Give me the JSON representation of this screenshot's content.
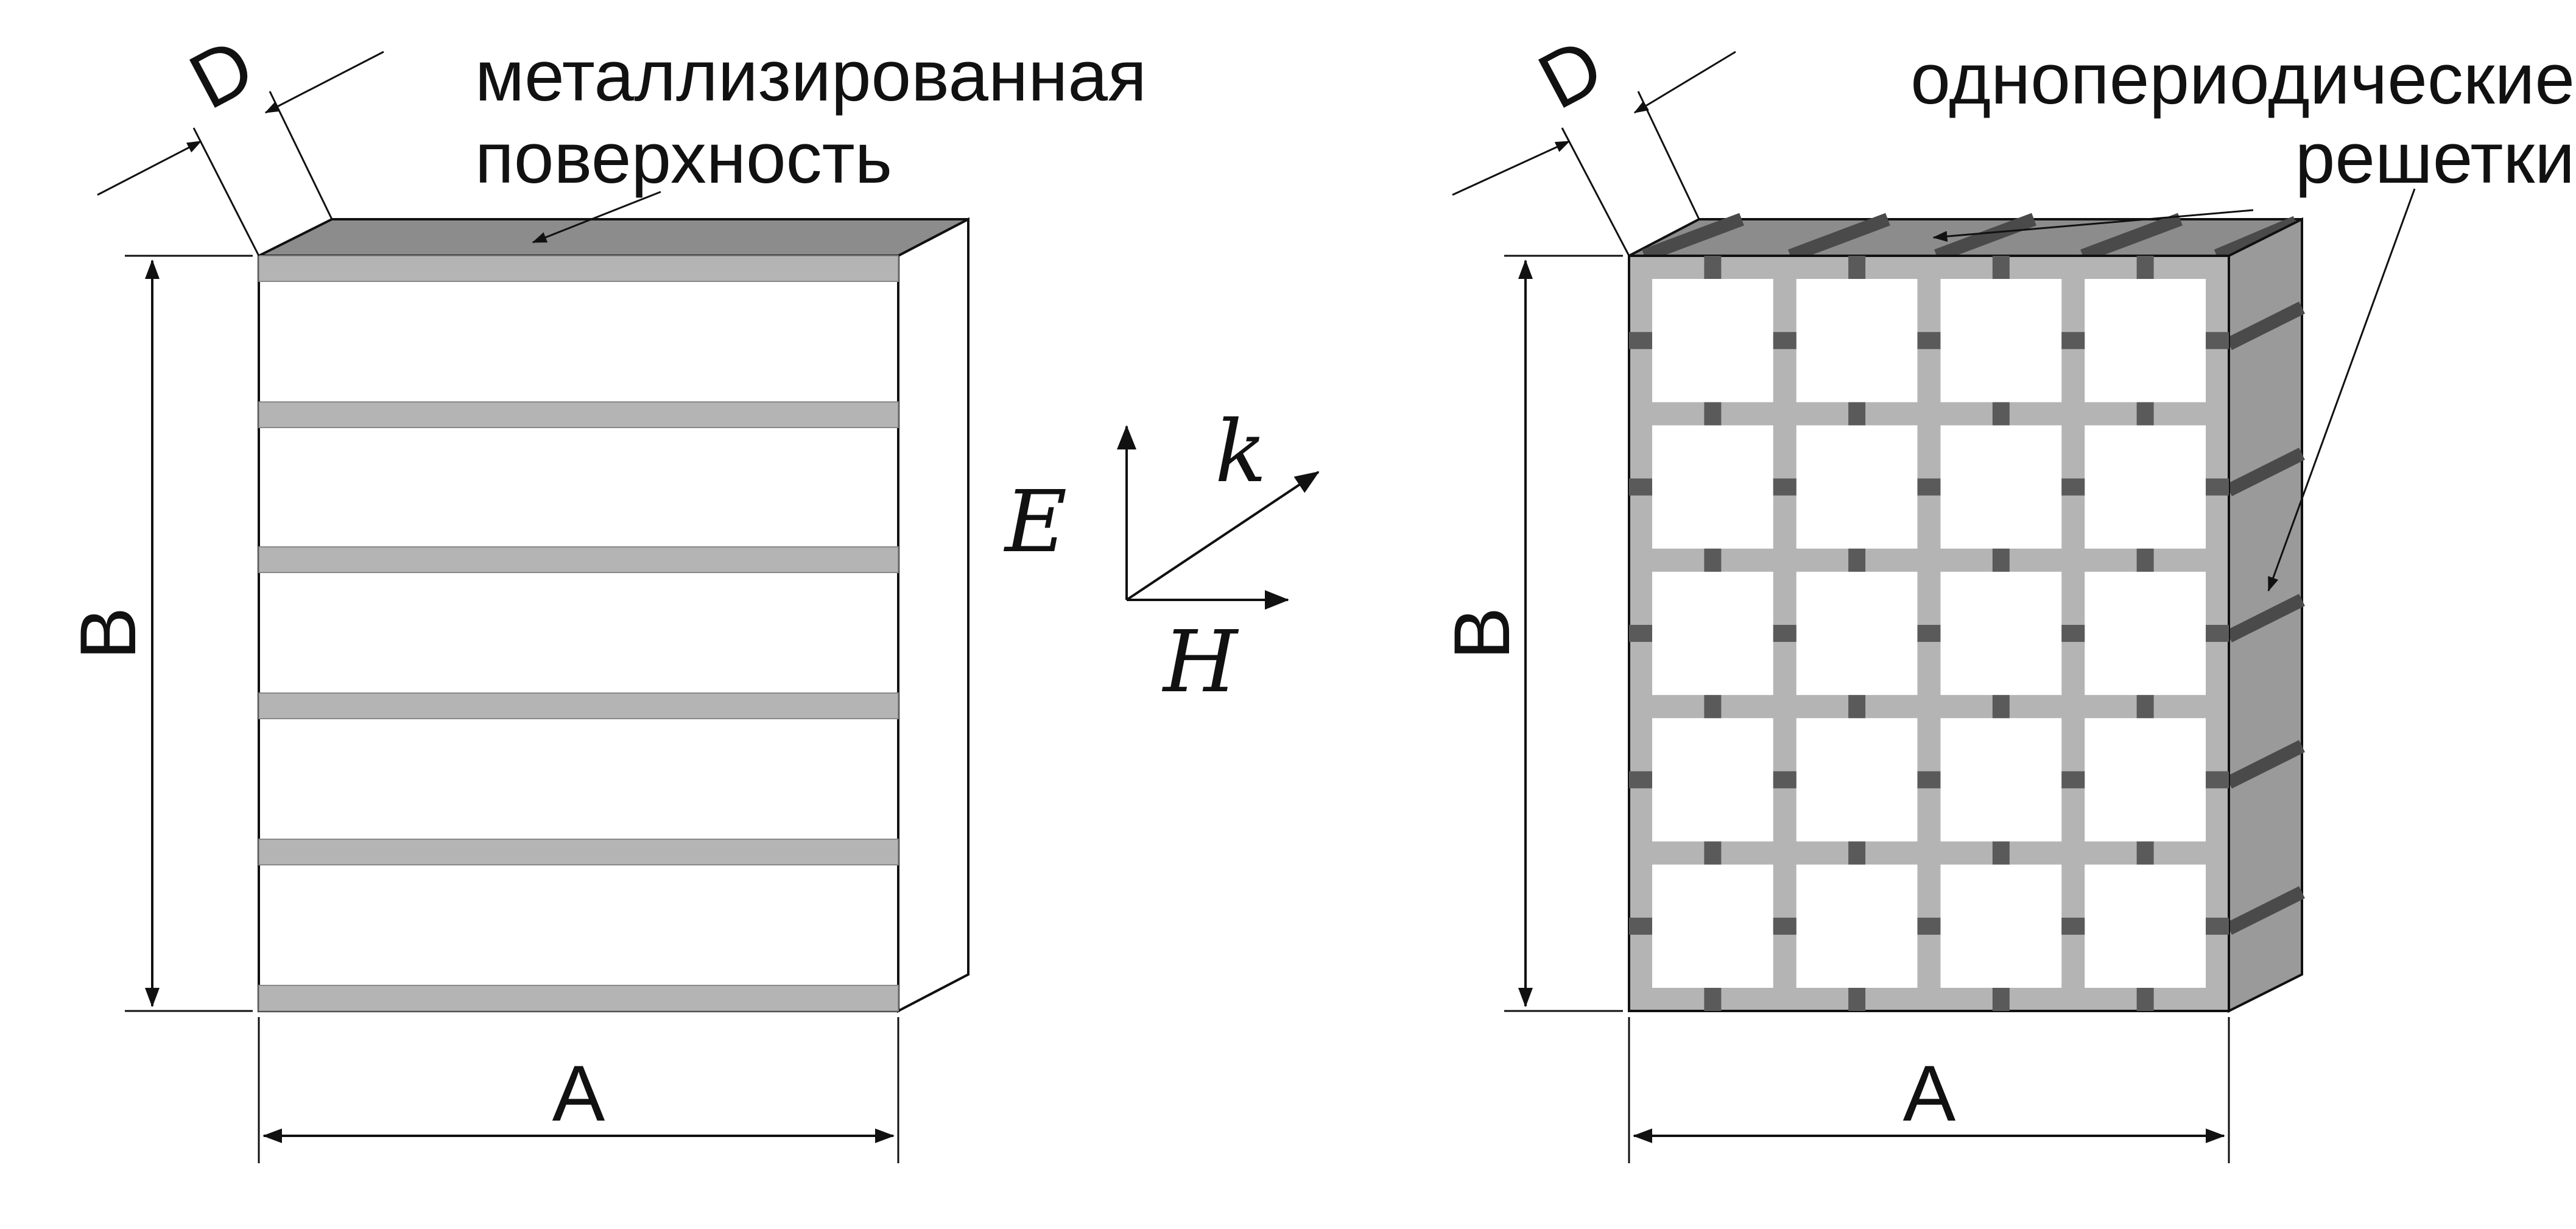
{
  "left_panel": {
    "label_metallized_line1": "металлизированная",
    "label_metallized_line2": "поверхность",
    "dim_width": "A",
    "dim_height": "B",
    "dim_depth": "D"
  },
  "right_panel": {
    "label_gratings_line1": "однопериодические",
    "label_gratings_line2": "решетки",
    "dim_width": "A",
    "dim_height": "B",
    "dim_depth": "D"
  },
  "field_axes": {
    "e_label": "E",
    "h_label": "H",
    "k_label": "k"
  },
  "colors": {
    "line": "#111111",
    "strip": "#b4b4b4",
    "top_face": "#8c8c8c",
    "side_face": "#9a9a9a",
    "crossing": "#5a5a5a",
    "background": "#ffffff"
  }
}
